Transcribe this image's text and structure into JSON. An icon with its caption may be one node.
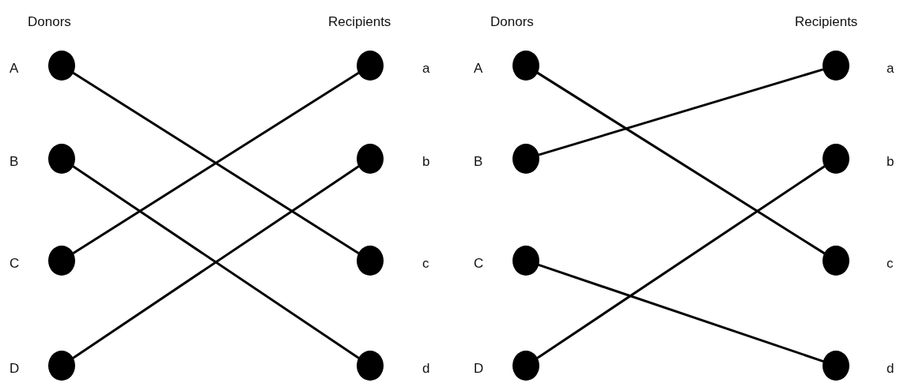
{
  "diagram": {
    "nodes": [
      {
        "text": [],
        "shape": "circle",
        "beside": [
          "A"
        ]
      },
      {
        "text": [],
        "shape": "circle",
        "beside": [
          "B"
        ]
      },
      {
        "text": [],
        "shape": "circle",
        "beside": [
          "C"
        ]
      },
      {
        "text": [],
        "shape": "circle",
        "beside": [
          "D"
        ]
      },
      {
        "text": [],
        "shape": "circle",
        "beside": [
          "a"
        ]
      },
      {
        "text": [],
        "shape": "circle",
        "beside": [
          "b"
        ]
      },
      {
        "text": [],
        "shape": "circle",
        "beside": [
          "c"
        ]
      },
      {
        "text": [],
        "shape": "circle",
        "beside": [
          "d"
        ]
      },
      {
        "text": [],
        "shape": "circle",
        "beside": [
          "A"
        ]
      },
      {
        "text": [],
        "shape": "circle",
        "beside": [
          "B"
        ]
      },
      {
        "text": [],
        "shape": "circle",
        "beside": [
          "C"
        ]
      },
      {
        "text": [],
        "shape": "circle",
        "beside": [
          "D"
        ]
      },
      {
        "text": [],
        "shape": "circle",
        "beside": [
          "a"
        ]
      },
      {
        "text": [],
        "shape": "circle",
        "beside": [
          "b"
        ]
      },
      {
        "text": [],
        "shape": "circle",
        "beside": [
          "c"
        ]
      },
      {
        "text": [],
        "shape": "circle",
        "beside": [
          "d"
        ]
      }
    ],
    "edges": [
      {
        "from": 0,
        "to": 6,
        "arrow": "none"
      },
      {
        "from": 1,
        "to": 7,
        "arrow": "none"
      },
      {
        "from": 2,
        "to": 4,
        "arrow": "none"
      },
      {
        "from": 3,
        "to": 5,
        "arrow": "none"
      },
      {
        "from": 8,
        "to": 14,
        "arrow": "none"
      },
      {
        "from": 9,
        "to": 12,
        "arrow": "none"
      },
      {
        "from": 10,
        "to": 15,
        "arrow": "none"
      },
      {
        "from": 11,
        "to": 13,
        "arrow": "none"
      }
    ],
    "labels": [
      "Donors",
      "Recipients",
      "Donors",
      "Recipients"
    ]
  }
}
